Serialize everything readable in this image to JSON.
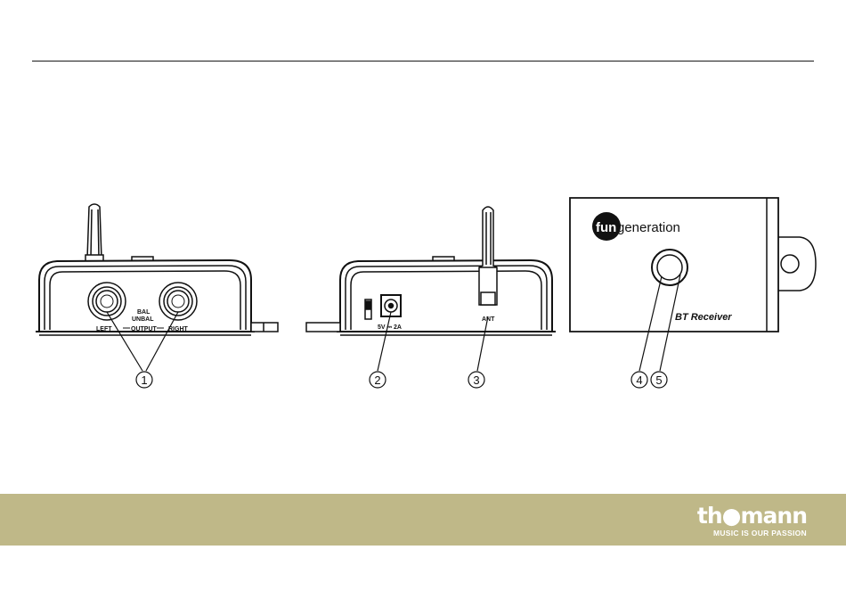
{
  "figure": {
    "front_panel": {
      "left_label": "LEFT",
      "output_label": "OUTPUT",
      "right_label": "RIGHT",
      "bal_label": "BAL",
      "unbal_label": "UNBAL"
    },
    "rear_panel": {
      "power_label": "5V ⎓ 2A",
      "antenna_label": "ANT"
    },
    "top_view": {
      "logo_fun": "fun",
      "logo_generation": "generation",
      "product_label": "BT Receiver"
    },
    "callouts": [
      "1",
      "2",
      "3",
      "4",
      "5"
    ]
  },
  "footer": {
    "brand": "th●mann",
    "tagline": "MUSIC IS OUR PASSION",
    "background_color": "#bfb888"
  }
}
